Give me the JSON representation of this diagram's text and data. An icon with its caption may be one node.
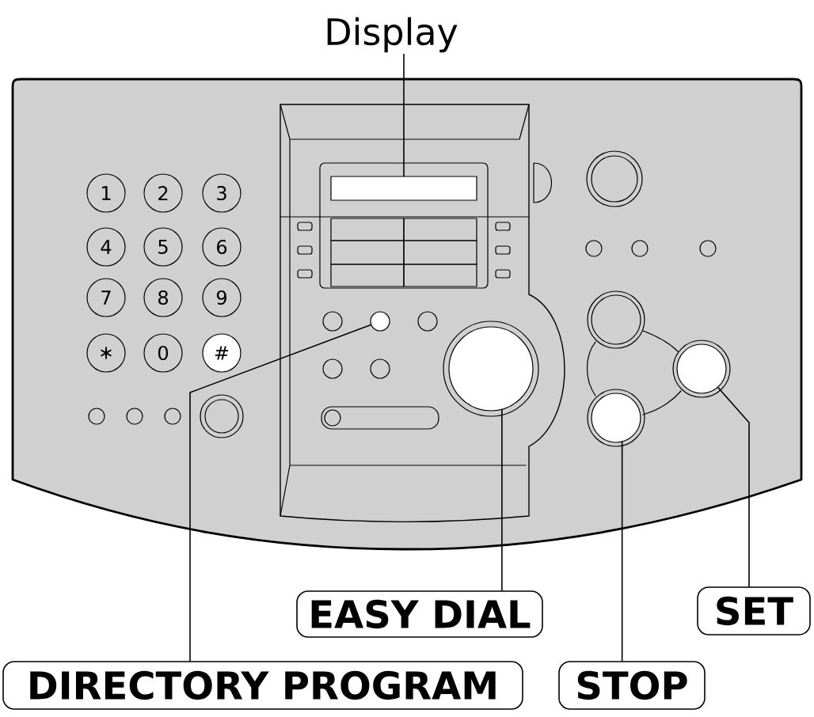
{
  "diagram": {
    "nodes": [
      {
        "text": [
          "Display"
        ]
      },
      {
        "text": [],
        "shape": "box"
      },
      {
        "text": [
          "1"
        ]
      },
      {
        "text": [
          "2"
        ]
      },
      {
        "text": [
          "3"
        ]
      },
      {
        "text": [
          "4"
        ]
      },
      {
        "text": [
          "5"
        ]
      },
      {
        "text": [
          "6"
        ]
      },
      {
        "text": [
          "7"
        ]
      },
      {
        "text": [
          "8"
        ]
      },
      {
        "text": [
          "9"
        ]
      },
      {
        "text": [
          "∗"
        ]
      },
      {
        "text": [
          "0"
        ]
      },
      {
        "text": [
          "#"
        ]
      },
      {
        "text": [],
        "shape": "circle"
      },
      {
        "text": [],
        "shape": "circle"
      },
      {
        "text": [],
        "shape": "circle"
      },
      {
        "text": [],
        "shape": "circle"
      },
      {
        "text": [],
        "shape": "circle"
      },
      {
        "text": [],
        "shape": "circle"
      },
      {
        "text": [],
        "shape": "circle"
      },
      {
        "text": [
          "EASY DIAL"
        ]
      },
      {
        "text": [
          "SET"
        ]
      },
      {
        "text": [
          "DIRECTORY PROGRAM"
        ]
      },
      {
        "text": [
          "STOP"
        ]
      }
    ],
    "edges": [
      {
        "from": 0,
        "to": 1,
        "arrow": "none"
      },
      {
        "from": 21,
        "to": 16,
        "arrow": "none"
      },
      {
        "from": 22,
        "to": 20,
        "arrow": "none"
      },
      {
        "from": 23,
        "to": 15,
        "arrow": "none"
      },
      {
        "from": 24,
        "to": 19,
        "arrow": "none"
      }
    ]
  }
}
